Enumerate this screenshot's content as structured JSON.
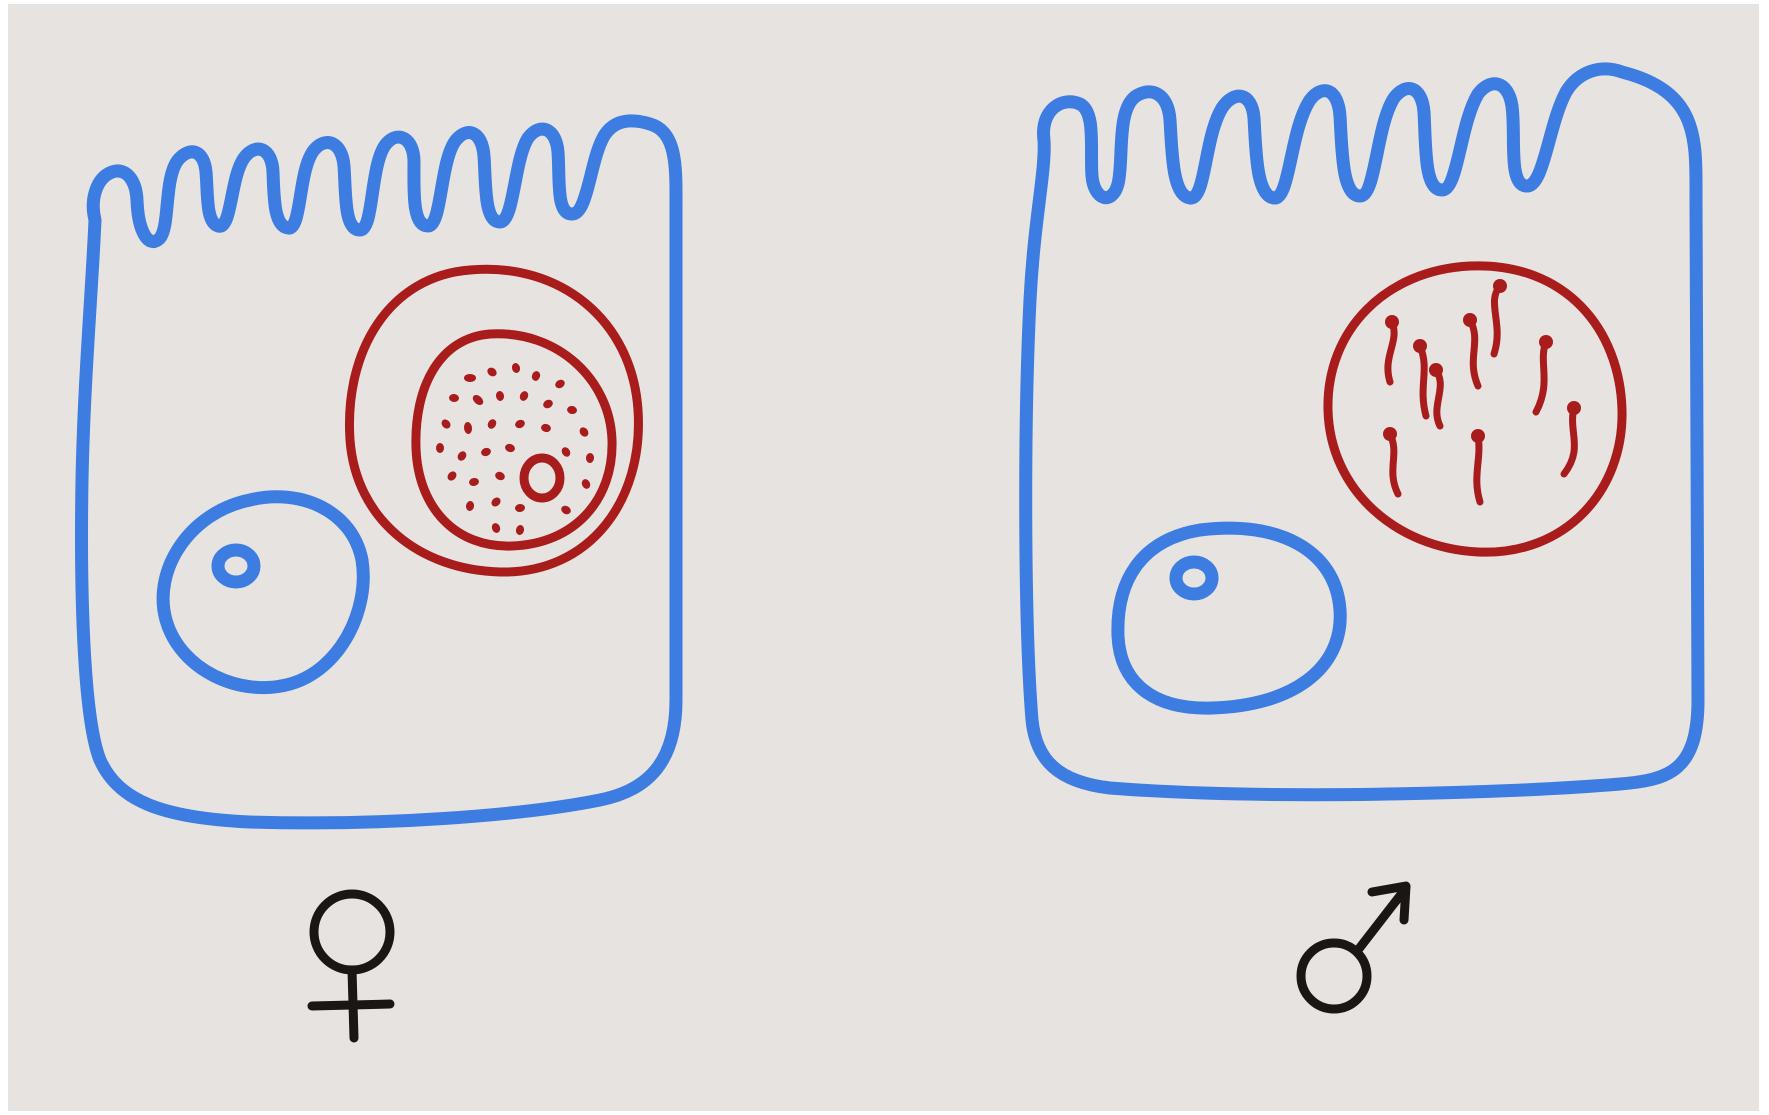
{
  "colors": {
    "paper": "#e6e3e1",
    "cell_outline": "#3d7ce0",
    "nucleus_ink": "#a81c1c",
    "symbol_ink": "#1b1614"
  },
  "panels": [
    {
      "cell": "blue-outline-cell-with-microvilli",
      "inclusion": "red-double-ring-with-dots",
      "symbol": "female-symbol"
    },
    {
      "cell": "blue-outline-cell-with-microvilli",
      "inclusion": "red-ring-with-sperm-shaped-bodies",
      "symbol": "male-symbol"
    }
  ]
}
